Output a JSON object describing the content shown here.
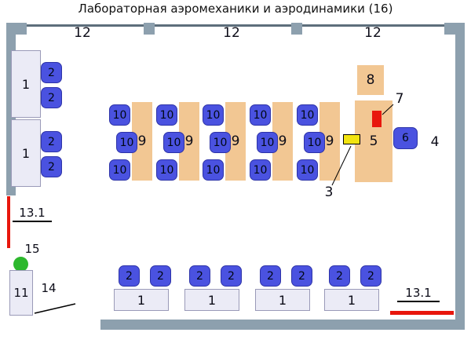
{
  "title": "Лабораторная аэромеханики и аэродинамики (16)",
  "windows": [
    {
      "label": "12"
    },
    {
      "label": "12"
    },
    {
      "label": "12"
    }
  ],
  "left_area": {
    "desks": [
      {
        "label": "1",
        "chairs": [
          {
            "label": "2"
          },
          {
            "label": "2"
          }
        ]
      },
      {
        "label": "1",
        "chairs": [
          {
            "label": "2"
          },
          {
            "label": "2"
          }
        ]
      }
    ]
  },
  "middle_area": {
    "columns": [
      {
        "desk_label": "9",
        "chairs": [
          {
            "label": "10"
          },
          {
            "label": "10"
          },
          {
            "label": "10"
          }
        ]
      },
      {
        "desk_label": "9",
        "chairs": [
          {
            "label": "10"
          },
          {
            "label": "10"
          },
          {
            "label": "10"
          }
        ]
      },
      {
        "desk_label": "9",
        "chairs": [
          {
            "label": "10"
          },
          {
            "label": "10"
          },
          {
            "label": "10"
          }
        ]
      },
      {
        "desk_label": "9",
        "chairs": [
          {
            "label": "10"
          },
          {
            "label": "10"
          },
          {
            "label": "10"
          }
        ]
      },
      {
        "desk_label": "9",
        "chairs": [
          {
            "label": "10"
          },
          {
            "label": "10"
          },
          {
            "label": "10"
          }
        ]
      }
    ]
  },
  "right_area": {
    "cabinet_label": "8",
    "bench_label": "5",
    "red_marker_label": "7",
    "yellow_marker_label": "3",
    "chair_label": "6",
    "wall_label": "4"
  },
  "bottom_area": {
    "desks": [
      {
        "label": "1",
        "chairs": [
          {
            "label": "2"
          },
          {
            "label": "2"
          }
        ]
      },
      {
        "label": "1",
        "chairs": [
          {
            "label": "2"
          },
          {
            "label": "2"
          }
        ]
      },
      {
        "label": "1",
        "chairs": [
          {
            "label": "2"
          },
          {
            "label": "2"
          }
        ]
      },
      {
        "label": "1",
        "chairs": [
          {
            "label": "2"
          },
          {
            "label": "2"
          }
        ]
      }
    ]
  },
  "annotations": {
    "left_fire_label": "13.1",
    "right_fire_label": "13.1",
    "sensor_label": "15",
    "cabinet_label": "11",
    "door_label": "14"
  },
  "colors": {
    "wall": "#8da0ae",
    "desk_tan": "#f2c793",
    "chair_blue": "#4a52e0",
    "desk_light": "#ebebf6",
    "marker_red": "#e8170d",
    "marker_yellow": "#f2e410",
    "sensor_green": "#2db82d"
  }
}
